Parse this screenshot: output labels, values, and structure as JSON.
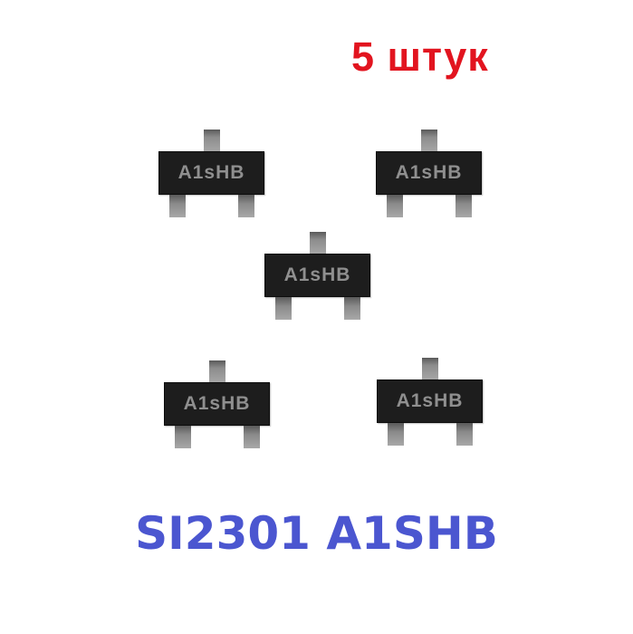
{
  "header": {
    "quantity_label": "5 штук",
    "quantity_color": "#e2141f"
  },
  "product": {
    "title": "SI2301 A1SHB",
    "title_color": "#4b56d0"
  },
  "chips": [
    {
      "marking": "A1sHB",
      "position": "top-left"
    },
    {
      "marking": "A1sHB",
      "position": "top-right"
    },
    {
      "marking": "A1sHB",
      "position": "center"
    },
    {
      "marking": "A1sHB",
      "position": "bottom-left"
    },
    {
      "marking": "A1sHB",
      "position": "bottom-right"
    }
  ],
  "colors": {
    "chip_body": "#1d1d1d",
    "chip_marking": "#8f8f8f",
    "pin": "#a6a6a6",
    "background": "#ffffff"
  }
}
